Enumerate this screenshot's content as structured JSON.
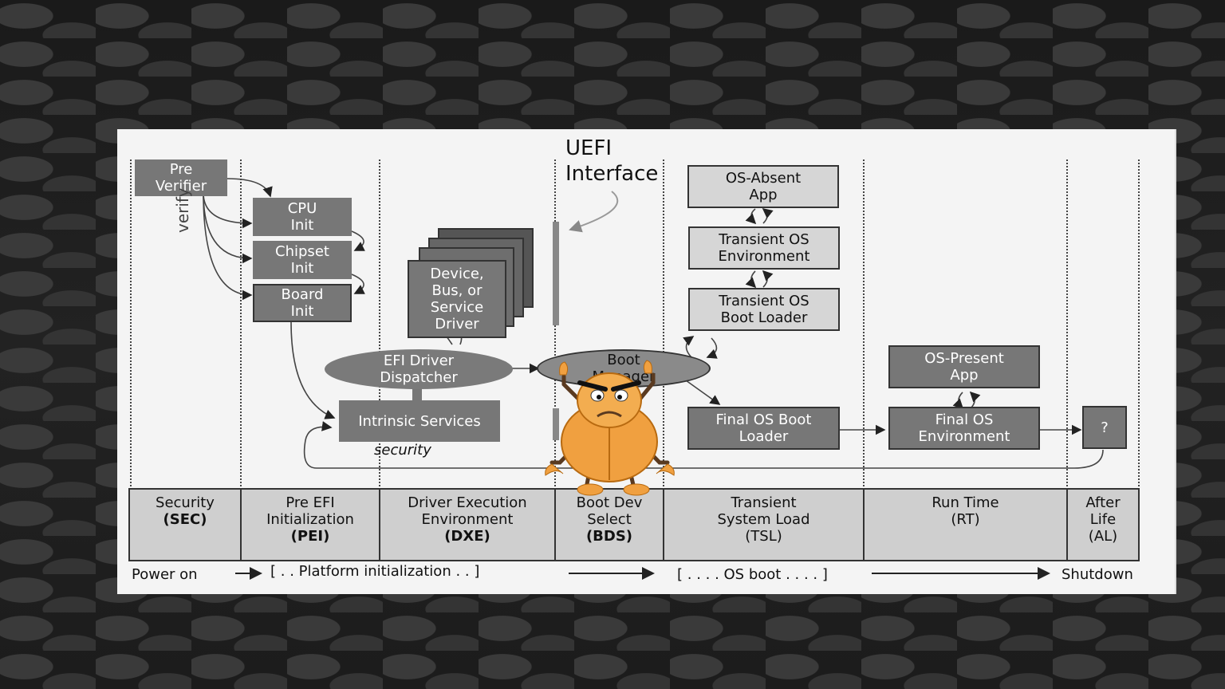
{
  "uefi_label": "UEFI\nInterface",
  "verify_label": "verify",
  "security_label": "security",
  "boxes": {
    "pre_verifier": "Pre\nVerifier",
    "cpu_init": "CPU\nInit",
    "chipset_init": "Chipset\nInit",
    "board_init": "Board\nInit",
    "device_driver": "Device,\nBus, or\nService\nDriver",
    "efi_driver_dispatcher": "EFI Driver\nDispatcher",
    "intrinsic_services": "Intrinsic Services",
    "boot_manager": "Boot\nManager",
    "os_absent_app": "OS-Absent\nApp",
    "transient_os_env": "Transient OS\nEnvironment",
    "transient_os_loader": "Transient OS\nBoot Loader",
    "final_os_boot_loader": "Final OS Boot\nLoader",
    "os_present_app": "OS-Present\nApp",
    "final_os_env": "Final OS\nEnvironment",
    "unknown": "?"
  },
  "phases": [
    {
      "name": "Security",
      "abbr": "(SEC)"
    },
    {
      "name": "Pre EFI\nInitialization",
      "abbr": "(PEI)"
    },
    {
      "name": "Driver Execution\nEnvironment",
      "abbr": "(DXE)"
    },
    {
      "name": "Boot Dev\nSelect",
      "abbr": "(BDS)"
    },
    {
      "name": "Transient\nSystem Load\n(TSL)",
      "abbr": ""
    },
    {
      "name": "Run Time\n(RT)",
      "abbr": ""
    },
    {
      "name": "After\nLife\n(AL)",
      "abbr": ""
    }
  ],
  "timeline": {
    "power_on": "Power on",
    "platform_init": "[ . . Platform initialization . . ]",
    "os_boot": "[ . . . . OS boot . . . . ]",
    "shutdown": "Shutdown"
  },
  "colors": {
    "box_dark": "#777777",
    "box_light": "#d6d6d6",
    "bug": "#f0a040"
  }
}
